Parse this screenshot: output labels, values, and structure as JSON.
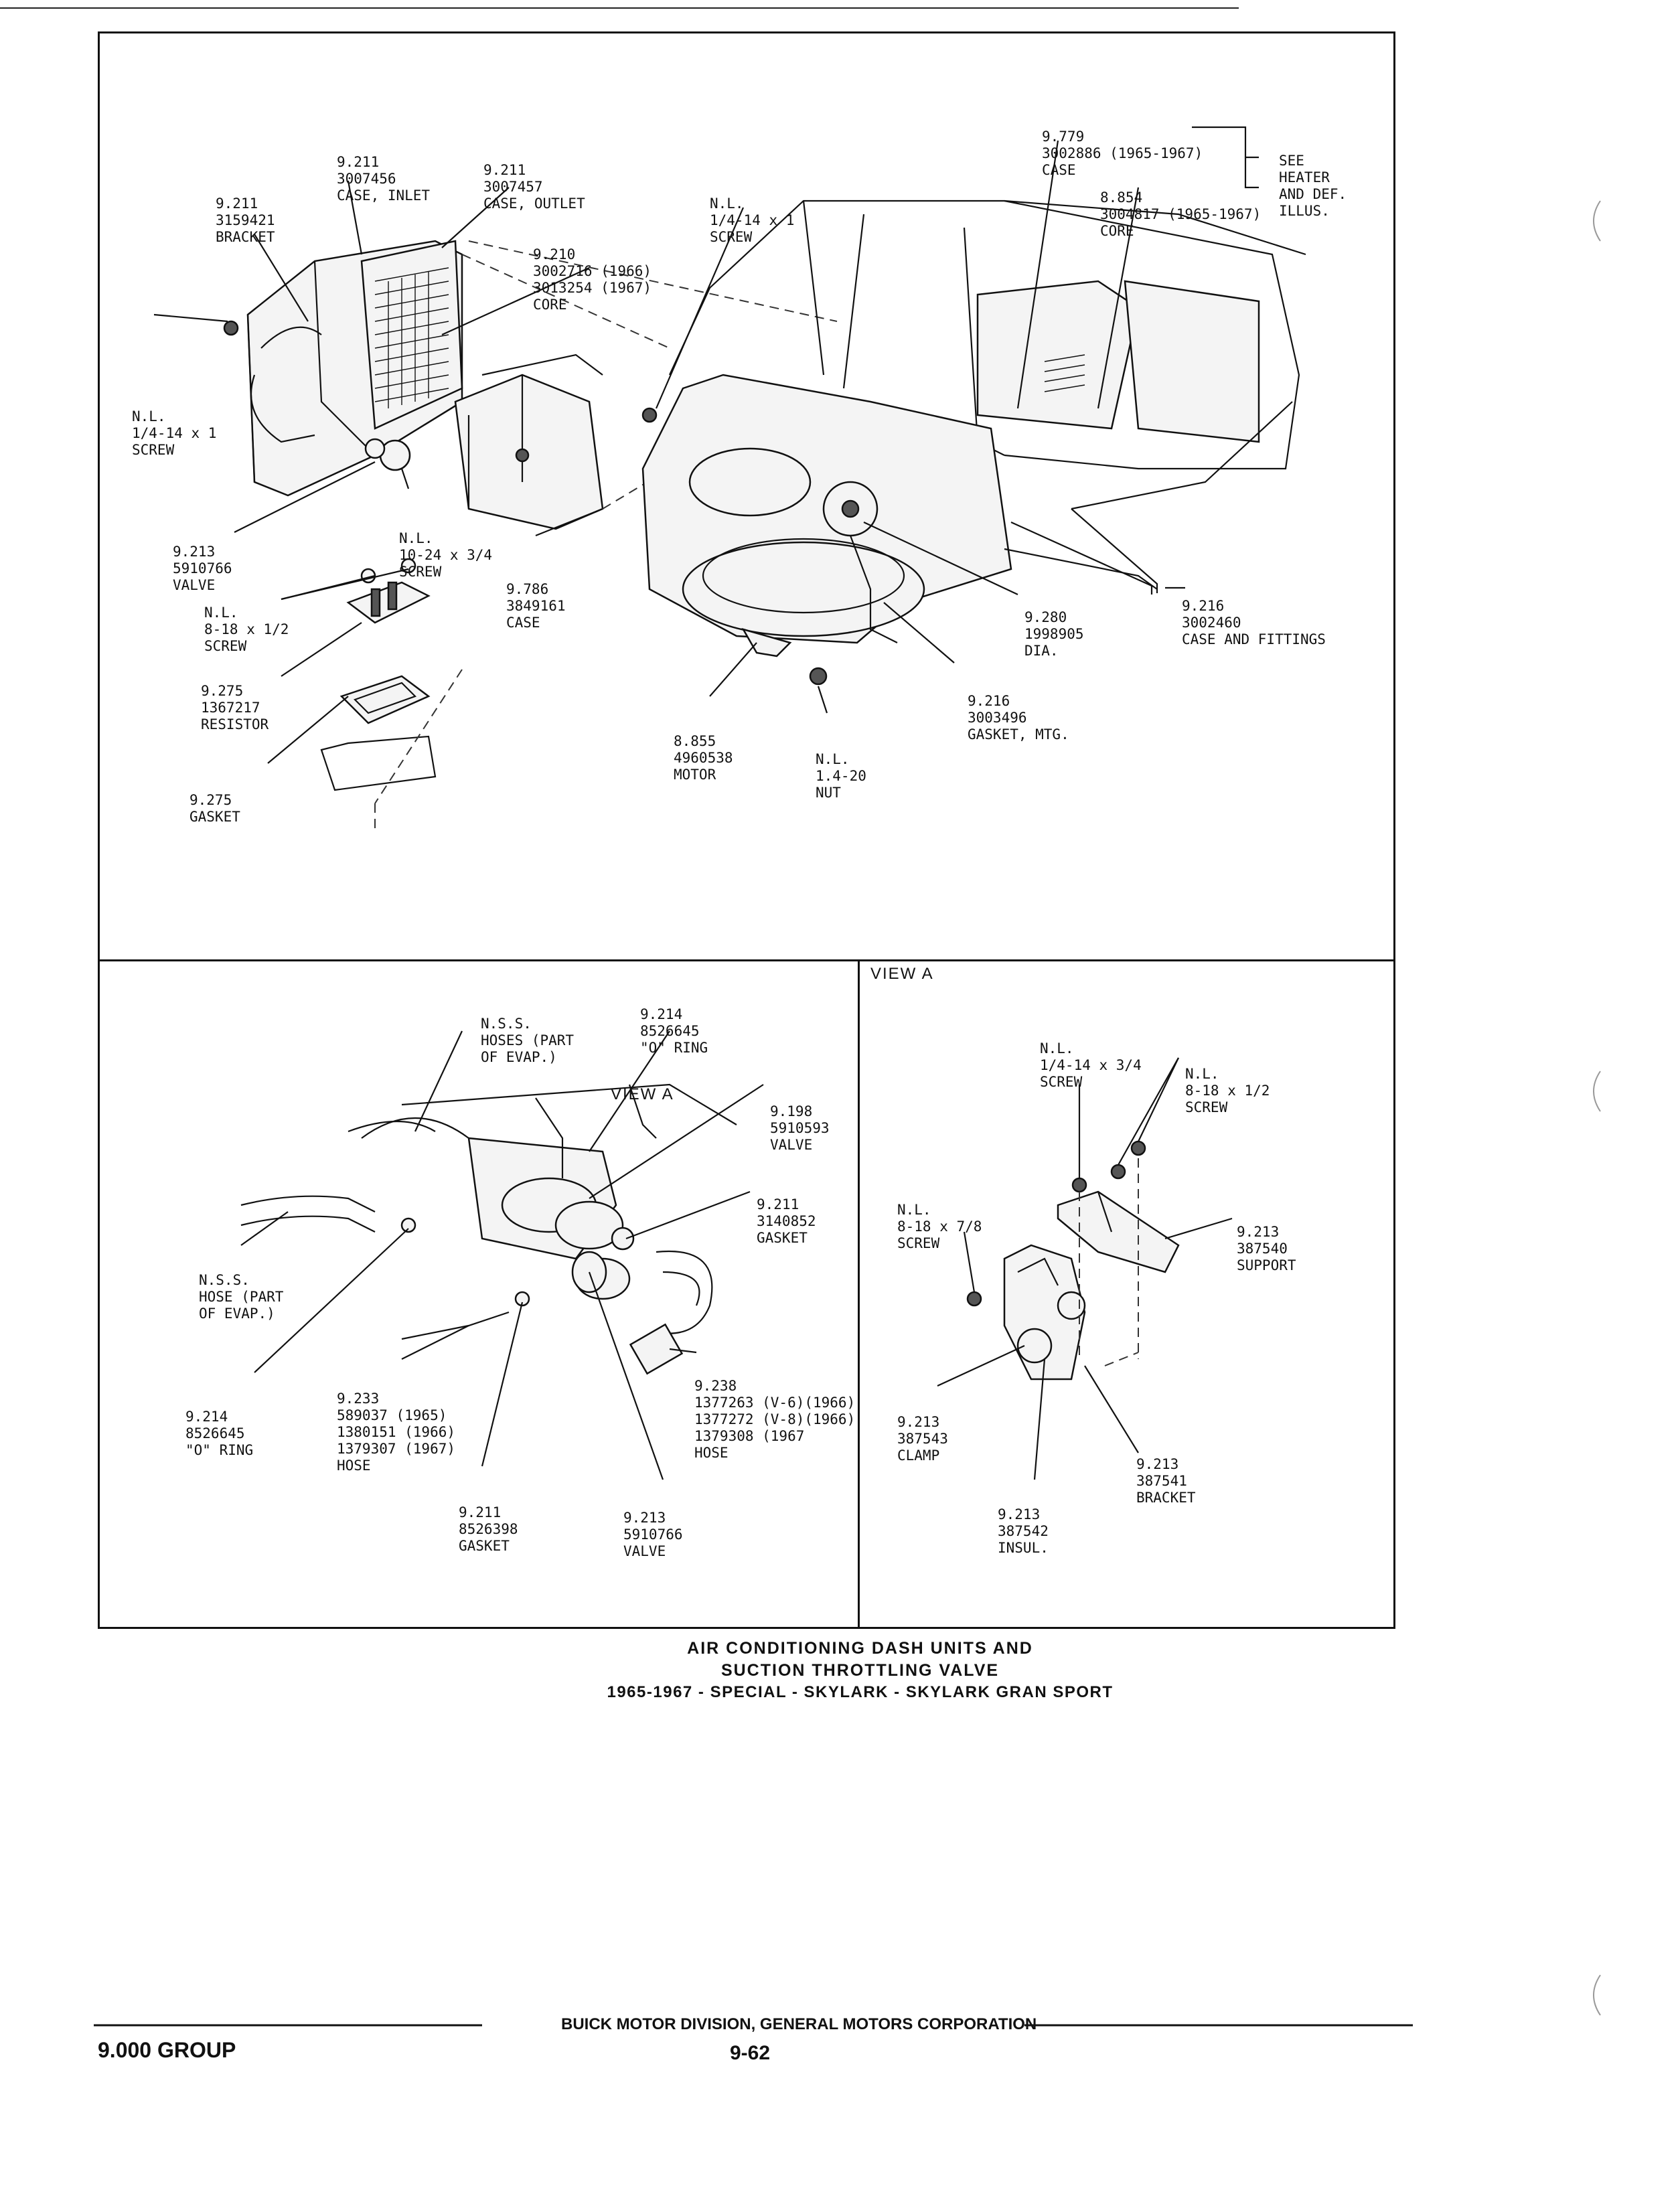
{
  "top_panel": {
    "labels": {
      "bracket": [
        "9.211",
        "3159421",
        "BRACKET"
      ],
      "case_inlet": [
        "9.211",
        "3007456",
        "CASE, INLET"
      ],
      "case_outlet": [
        "9.211",
        "3007457",
        "CASE, OUTLET"
      ],
      "core": [
        "9.210",
        "3002716 (1966)",
        "3013254 (1967)",
        "CORE"
      ],
      "screw_left": [
        "N.L.",
        "1/4-14 x 1",
        "SCREW"
      ],
      "valve": [
        "9.213",
        "5910766",
        "VALVE"
      ],
      "screw_10_24": [
        "N.L.",
        "10-24 x 3/4",
        "SCREW"
      ],
      "case_9786": [
        "9.786",
        "3849161",
        "CASE"
      ],
      "screw_8_18": [
        "N.L.",
        "8-18 x 1/2",
        "SCREW"
      ],
      "resistor": [
        "9.275",
        "1367217",
        "RESISTOR"
      ],
      "gasket_9275": [
        "9.275",
        "GASKET"
      ],
      "screw_center": [
        "N.L.",
        "1/4-14 x 1",
        "SCREW"
      ],
      "case_9779": [
        "9.779",
        "3002886 (1965-1967)",
        "CASE"
      ],
      "core_8854": [
        "8.854",
        "3004817 (1965-1967)",
        "CORE"
      ],
      "see_heater": [
        "SEE",
        "HEATER",
        "AND DEF.",
        "ILLUS."
      ],
      "dia": [
        "9.280",
        "1998905",
        "DIA."
      ],
      "case_fittings": [
        "9.216",
        "3002460",
        "CASE AND FITTINGS"
      ],
      "gasket_mtg": [
        "9.216",
        "3003496",
        "GASKET, MTG."
      ],
      "motor": [
        "8.855",
        "4960538",
        "MOTOR"
      ],
      "nut": [
        "N.L.",
        "1.4-20",
        "NUT"
      ]
    }
  },
  "bottom_left": {
    "labels": {
      "nss_hoses": [
        "N.S.S.",
        "HOSES (PART",
        "OF EVAP.)"
      ],
      "o_ring_top": [
        "9.214",
        "8526645",
        "\"O\" RING"
      ],
      "view_a_arrow": "VIEW A",
      "valve_9198": [
        "9.198",
        "5910593",
        "VALVE"
      ],
      "gasket_9211": [
        "9.211",
        "3140852",
        "GASKET"
      ],
      "nss_hose": [
        "N.S.S.",
        "HOSE (PART",
        "OF EVAP.)"
      ],
      "o_ring_bottom": [
        "9.214",
        "8526645",
        "\"O\" RING"
      ],
      "hose_9233": [
        "9.233",
        "589037 (1965)",
        "1380151 (1966)",
        "1379307 (1967)",
        "HOSE"
      ],
      "hose_9238": [
        "9.238",
        "1377263 (V-6)(1966)",
        "1377272 (V-8)(1966)",
        "1379308 (1967",
        "HOSE"
      ],
      "gasket_8526398": [
        "9.211",
        "8526398",
        "GASKET"
      ],
      "valve_9213": [
        "9.213",
        "5910766",
        "VALVE"
      ]
    }
  },
  "bottom_right": {
    "title": "VIEW A",
    "labels": {
      "screw_3_4": [
        "N.L.",
        "1/4-14 x 3/4",
        "SCREW"
      ],
      "screw_1_2": [
        "N.L.",
        "8-18 x 1/2",
        "SCREW"
      ],
      "screw_7_8": [
        "N.L.",
        "8-18 x 7/8",
        "SCREW"
      ],
      "support": [
        "9.213",
        "387540",
        "SUPPORT"
      ],
      "clamp": [
        "9.213",
        "387543",
        "CLAMP"
      ],
      "bracket": [
        "9.213",
        "387541",
        "BRACKET"
      ],
      "insul": [
        "9.213",
        "387542",
        "INSUL."
      ]
    }
  },
  "caption": {
    "line1": "AIR CONDITIONING DASH UNITS AND",
    "line2": "SUCTION THROTTLING VALVE",
    "line3": "1965-1967 - SPECIAL - SKYLARK - SKYLARK GRAN SPORT"
  },
  "footer": {
    "group": "9.000 GROUP",
    "division": "BUICK MOTOR DIVISION, GENERAL MOTORS CORPORATION",
    "page": "9-62"
  }
}
